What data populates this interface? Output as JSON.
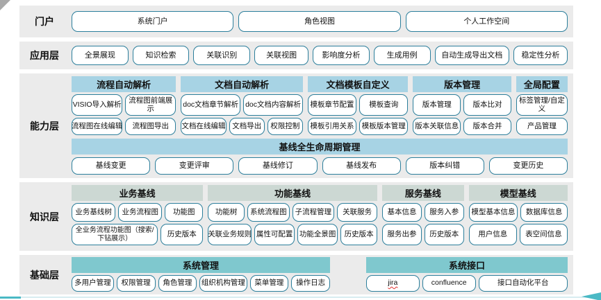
{
  "colors": {
    "band_background": "#ebebeb",
    "button_border": "#2b7e9b",
    "capability_header": "#a7d3e4",
    "knowledge_header": "#ccd8d3",
    "base_header": "#7fc8ce",
    "accent_arrow": "#4ab9c5",
    "corner_decoration": "#a9a9a9",
    "jira_underline": "#e0312f"
  },
  "portal": {
    "label": "门户",
    "buttons": [
      "系统门户",
      "角色视图",
      "个人工作空间"
    ]
  },
  "application": {
    "label": "应用层",
    "buttons": [
      "全景展现",
      "知识检索",
      "关联识别",
      "关联视图",
      "影响度分析",
      "生成用例",
      "自动生成导出文档",
      "稳定性分析"
    ]
  },
  "capability": {
    "label": "能力层",
    "groups": [
      {
        "header": "流程自动解析",
        "rows": [
          [
            "VISIO导入解析",
            "流程图前端展示"
          ],
          [
            "流程图在线编辑",
            "流程图导出"
          ]
        ]
      },
      {
        "header": "文档自动解析",
        "rows": [
          [
            "doc文档章节解析",
            "doc文档内容解析"
          ],
          [
            "文档在线编辑",
            "文档导出",
            "权限控制"
          ]
        ]
      },
      {
        "header": "文档模板自定义",
        "rows": [
          [
            "模板章节配置",
            "模板查询"
          ],
          [
            "模板引用关系",
            "模板版本管理"
          ]
        ]
      },
      {
        "header": "版本管理",
        "rows": [
          [
            "版本管理",
            "版本比对"
          ],
          [
            "版本关联信息",
            "版本合并"
          ]
        ]
      },
      {
        "header": "全局配置",
        "rows": [
          [
            "标签管理/自定义"
          ],
          [
            "产品管理"
          ]
        ]
      }
    ],
    "baseline": {
      "header": "基线全生命周期管理",
      "buttons": [
        "基线变更",
        "变更评审",
        "基线修订",
        "基线发布",
        "版本纠错",
        "变更历史"
      ]
    }
  },
  "knowledge": {
    "label": "知识层",
    "groups": [
      {
        "header": "业务基线",
        "rows": [
          [
            "业务基线树",
            "业务流程图",
            "功能图"
          ],
          [
            "全业务流程功能图（搜索/下钻展示）",
            "历史版本"
          ]
        ]
      },
      {
        "header": "功能基线",
        "rows": [
          [
            "功能树",
            "系统流程图",
            "子流程管理",
            "关联服务"
          ],
          [
            "关联业务规则",
            "属性可配置",
            "功能全景图",
            "历史版本"
          ]
        ]
      },
      {
        "header": "服务基线",
        "rows": [
          [
            "基本信息",
            "服务入参"
          ],
          [
            "服务出参",
            "历史版本"
          ]
        ]
      },
      {
        "header": "模型基线",
        "rows": [
          [
            "模型基本信息",
            "数据库信息"
          ],
          [
            "用户信息",
            "表空间信息"
          ]
        ]
      }
    ]
  },
  "base": {
    "label": "基础层",
    "groups": [
      {
        "header": "系统管理",
        "buttons": [
          "多用户管理",
          "权限管理",
          "角色管理",
          "组织机构管理",
          "菜单管理",
          "操作日志"
        ]
      },
      {
        "header": "系统接口",
        "buttons": [
          "jira",
          "confluence",
          "接口自动化平台"
        ]
      }
    ]
  }
}
